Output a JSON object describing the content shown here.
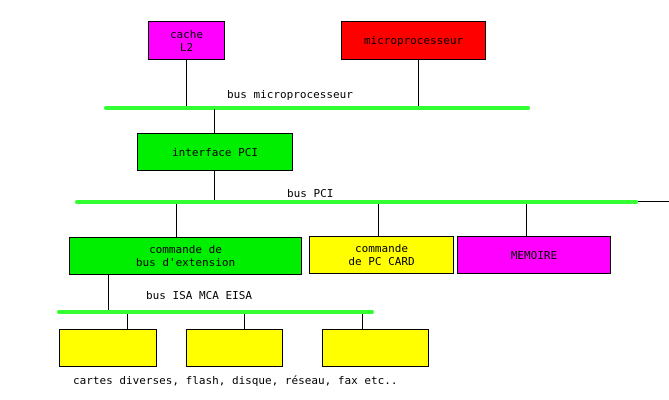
{
  "colors": {
    "cache": "#ff00ff",
    "cpu": "#ff0000",
    "interface": "#00ee00",
    "bus": "#33ff33",
    "yellow": "#ffff00",
    "memory": "#ff00ff"
  },
  "boxes": {
    "cache": "cache\nL2",
    "cpu": "microprocesseur",
    "pci_interface": "interface PCI",
    "ext_bus_cmd": "commande de\nbus d'extension",
    "pc_card": "commande\nde PC CARD",
    "memory": "MEMOIRE"
  },
  "buses": {
    "cpu_bus": "bus microprocesseur",
    "pci_bus": "bus PCI",
    "isa_bus": "bus ISA MCA EISA"
  },
  "footer": "cartes diverses, flash, disque, réseau, fax etc.."
}
